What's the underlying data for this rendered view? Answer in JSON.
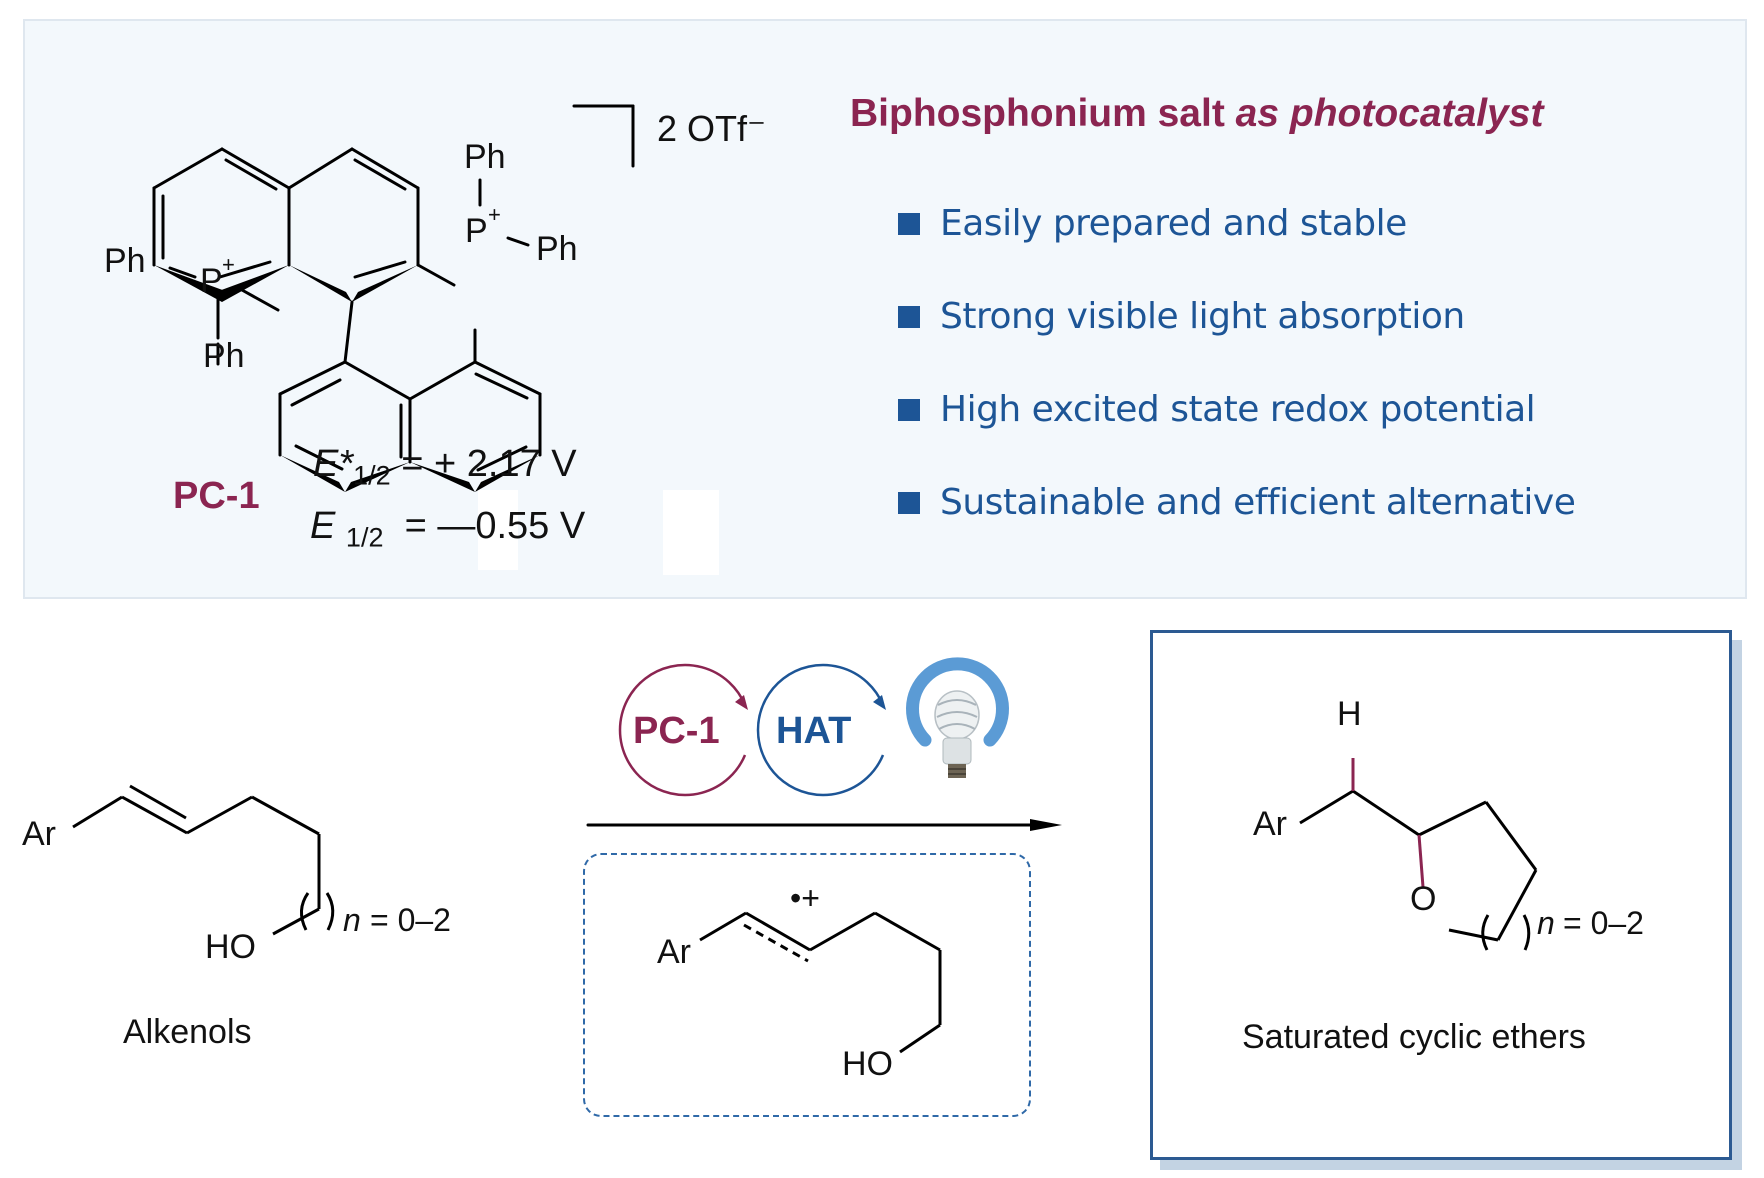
{
  "catalyst": {
    "counterion": "2 OTf⁻",
    "phosphorus_label": "P",
    "charge": "+",
    "phenyl_label": "Ph",
    "name": "PC-1",
    "excited_potential": {
      "symbol": "E*",
      "subscript": "1/2",
      "value": "= + 2.17 V"
    },
    "ground_potential": {
      "symbol": "E",
      "subscript": "1/2",
      "value": "= —0.55 V"
    }
  },
  "features": {
    "title_bold": "Biphosphonium salt",
    "title_italic": "as photocatalyst",
    "items": [
      "Easily prepared and stable",
      "Strong visible light absorption",
      "High excited state redox potential",
      "Sustainable and efficient alternative"
    ]
  },
  "reaction": {
    "substrate": {
      "ar": "Ar",
      "ho": "HO",
      "n_range": "= 0–2",
      "n": "n",
      "label": "Alkenols"
    },
    "conditions": {
      "catalyst_cycle": "PC-1",
      "hat_cycle": "HAT",
      "light_icon": "light-bulb-icon"
    },
    "intermediate": {
      "ar": "Ar",
      "ho": "HO",
      "radical_cation": "•+"
    },
    "product": {
      "ar": "Ar",
      "h": "H",
      "o": "O",
      "n": "n",
      "n_range": "= 0–2",
      "label": "Saturated cyclic ethers"
    }
  },
  "colors": {
    "maroon": "#8b2551",
    "blue": "#1d5596",
    "bulb_ring": "#5b9bd5",
    "panel_bg": "#f3f8fc"
  }
}
